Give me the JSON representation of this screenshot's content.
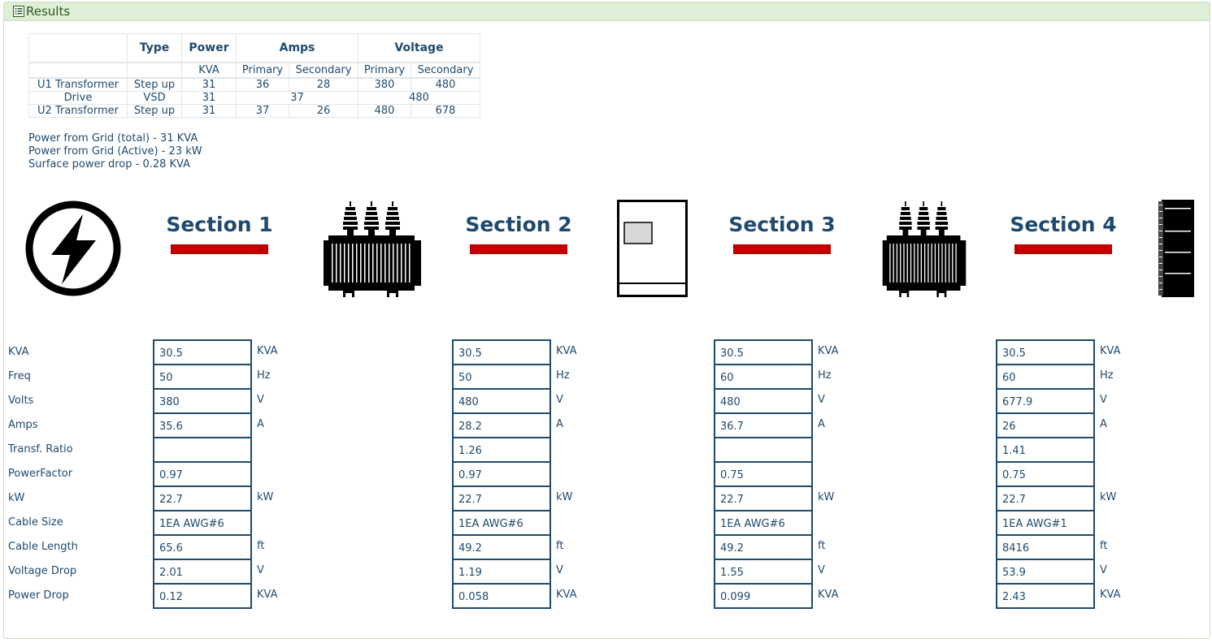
{
  "panel": {
    "title": "Results",
    "icon": "list-icon"
  },
  "summary": {
    "headers": {
      "blank": "",
      "type": "Type",
      "power": "Power",
      "amps": "Amps",
      "voltage": "Voltage"
    },
    "subheaders": {
      "blank": "",
      "type": "",
      "kva": "KVA",
      "amps_primary": "Primary",
      "amps_secondary": "Secondary",
      "volt_primary": "Primary",
      "volt_secondary": "Secondary"
    },
    "rows": [
      {
        "name": "U1 Transformer",
        "type": "Step up",
        "kva": "31",
        "amps_primary": "36",
        "amps_secondary": "28",
        "volt_primary": "380",
        "volt_secondary": "480"
      },
      {
        "name": "Drive",
        "type": "VSD",
        "kva": "31",
        "amps": "37",
        "volt": "480"
      },
      {
        "name": "U2 Transformer",
        "type": "Step up",
        "kva": "31",
        "amps_primary": "37",
        "amps_secondary": "26",
        "volt_primary": "480",
        "volt_secondary": "678"
      }
    ]
  },
  "summary_lines": {
    "grid_total": "Power from Grid (total) - 31 KVA",
    "grid_active": "Power from Grid (Active) - 23 kW",
    "surface_drop": "Surface power drop - 0.28 KVA"
  },
  "diagram": {
    "icons": [
      "power-grid-icon",
      "transformer-icon",
      "drive-cabinet-icon",
      "transformer-icon",
      "motor-icon"
    ],
    "section_color": "#c00000",
    "sections": [
      {
        "title": "Section 1"
      },
      {
        "title": "Section 2"
      },
      {
        "title": "Section 3"
      },
      {
        "title": "Section 4"
      }
    ]
  },
  "params": {
    "labels": [
      "KVA",
      "Freq",
      "Volts",
      "Amps",
      "Transf. Ratio",
      "PowerFactor",
      "kW",
      "Cable Size",
      "Cable Length",
      "Voltage Drop",
      "Power Drop"
    ],
    "columns": [
      {
        "values": [
          "30.5",
          "50",
          "380",
          "35.6",
          "",
          "0.97",
          "22.7",
          "1EA AWG#6",
          "65.6",
          "2.01",
          "0.12"
        ],
        "units": [
          "KVA",
          "Hz",
          "V",
          "A",
          "",
          "",
          "kW",
          "",
          "ft",
          "V",
          "KVA"
        ]
      },
      {
        "values": [
          "30.5",
          "50",
          "480",
          "28.2",
          "1.26",
          "0.97",
          "22.7",
          "1EA AWG#6",
          "49.2",
          "1.19",
          "0.058"
        ],
        "units": [
          "KVA",
          "Hz",
          "V",
          "A",
          "",
          "",
          "kW",
          "",
          "ft",
          "V",
          "KVA"
        ]
      },
      {
        "values": [
          "30.5",
          "60",
          "480",
          "36.7",
          "",
          "0.75",
          "22.7",
          "1EA AWG#6",
          "49.2",
          "1.55",
          "0.099"
        ],
        "units": [
          "KVA",
          "Hz",
          "V",
          "A",
          "",
          "",
          "kW",
          "",
          "ft",
          "V",
          "KVA"
        ]
      },
      {
        "values": [
          "30.5",
          "60",
          "677.9",
          "26",
          "1.41",
          "0.75",
          "22.7",
          "1EA AWG#1",
          "8416",
          "53.9",
          "2.43"
        ],
        "units": [
          "KVA",
          "Hz",
          "V",
          "A",
          "",
          "",
          "kW",
          "",
          "ft",
          "V",
          "KVA"
        ]
      }
    ]
  }
}
